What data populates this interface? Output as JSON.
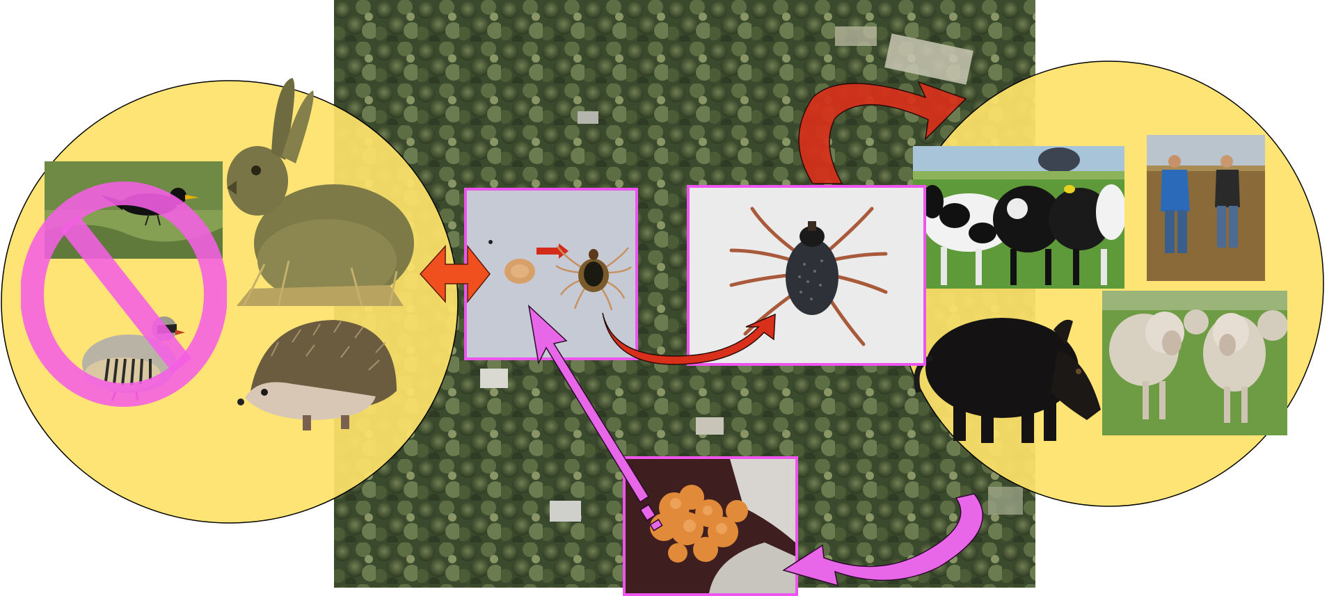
{
  "scene": {
    "background": "aerial-forest-photo",
    "left_group": {
      "fill": "#fde26b",
      "items": [
        "prohibited-birds-icon",
        "blackbird-photo",
        "partridge-photo",
        "hare-photo",
        "hedgehog-photo"
      ]
    },
    "right_group": {
      "fill": "#fde26b",
      "items": [
        "cattle-photo",
        "people-in-field-photo",
        "wild-boar-photo",
        "sheep-photo"
      ]
    },
    "center": {
      "frame_color": "#ee55ee",
      "items": [
        "tick-larva-nymph-photo",
        "adult-tick-photo",
        "tick-egg-mass-photo"
      ]
    },
    "arrows": {
      "orange": "#f0501e",
      "red": "#d8301a",
      "magenta": "#e866e8"
    }
  }
}
